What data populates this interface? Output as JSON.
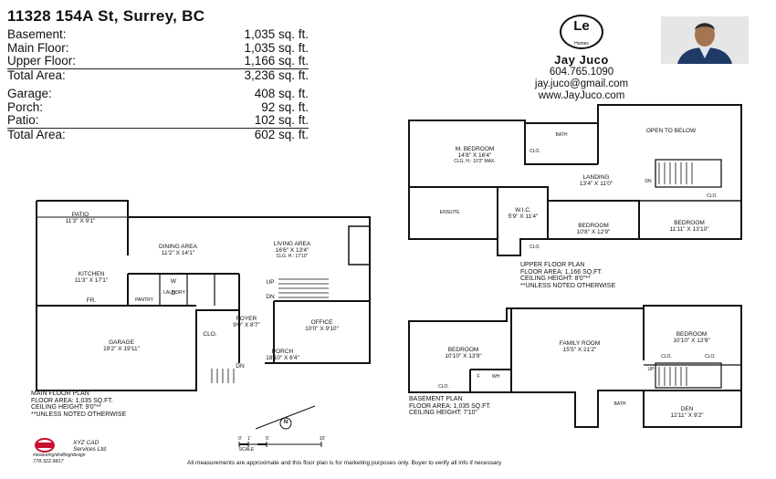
{
  "address": "11328 154A St, Surrey, BC",
  "areas": [
    {
      "label": "Basement:",
      "value": "1,035 sq. ft."
    },
    {
      "label": "Main Floor:",
      "value": "1,035 sq. ft."
    },
    {
      "label": "Upper Floor:",
      "value": "1,166 sq. ft."
    },
    {
      "label": "Total Area:",
      "value": "3,236 sq. ft."
    }
  ],
  "outdoor": [
    {
      "label": "Garage:",
      "value": "408 sq. ft."
    },
    {
      "label": "Porch:",
      "value": "92 sq. ft."
    },
    {
      "label": "Patio:",
      "value": "102 sq. ft."
    },
    {
      "label": "Total Area:",
      "value": "602 sq. ft."
    }
  ],
  "agent": {
    "logo_text": "Le",
    "logo_sub": "Homes",
    "name": "Jay Juco",
    "phone": "604.765.1090",
    "email": "jay.juco@gmail.com",
    "website": "www.JayJuco.com"
  },
  "main_floor": {
    "rooms": [
      {
        "name": "PATIO",
        "dim": "11'3\" x 9'1\""
      },
      {
        "name": "DINING AREA",
        "dim": "11'2\" x 14'1\""
      },
      {
        "name": "LIVING AREA",
        "dim": "16'6\" x 13'4\"",
        "note": "CLG. H.: 17'10\""
      },
      {
        "name": "KITCHEN",
        "dim": "11'3\" x 17'1\""
      },
      {
        "name": "GARAGE",
        "dim": "19'2\" x 19'11\""
      },
      {
        "name": "FOYER",
        "dim": "9'0\" x 8'7\""
      },
      {
        "name": "OFFICE",
        "dim": "10'0\" x 9'10\""
      },
      {
        "name": "PORCH",
        "dim": "18'10\" x 6'4\""
      }
    ],
    "tags": [
      "FR.",
      "PANTRY",
      "LAUNDRY",
      "W",
      "D",
      "CLO.",
      "UP",
      "DN",
      "DN"
    ],
    "caption": [
      "MAIN FLOOR PLAN",
      "FLOOR AREA: 1,035 sq.ft.",
      "CEILING HEIGHT: 9'0\"**",
      "**UNLESS NOTED OTHERWISE"
    ]
  },
  "upper_floor": {
    "rooms": [
      {
        "name": "M. BEDROOM",
        "dim": "14'8\" x 16'4\"",
        "note": "CLG. H.: 10'2\" max."
      },
      {
        "name": "OPEN TO BELOW",
        "dim": ""
      },
      {
        "name": "LANDING",
        "dim": "13'4\" x 11'0\""
      },
      {
        "name": "W.I.C.",
        "dim": "5'9\" x 11'4\""
      },
      {
        "name": "BEDROOM",
        "dim": "10'8\" x 12'9\""
      },
      {
        "name": "BEDROOM",
        "dim": "11'11\" x 13'10\""
      }
    ],
    "tags": [
      "BATH",
      "ENSUITE",
      "CLO.",
      "CLO.",
      "CLO.",
      "DN"
    ],
    "caption": [
      "UPPER FLOOR PLAN",
      "FLOOR AREA: 1,166 sq.ft.",
      "CEILING HEIGHT: 8'0\"**",
      "**UNLESS NOTED OTHERWISE"
    ]
  },
  "basement": {
    "rooms": [
      {
        "name": "BEDROOM",
        "dim": "10'10\" x 13'9\""
      },
      {
        "name": "FAMILY ROOM",
        "dim": "15'5\" x 21'2\""
      },
      {
        "name": "BEDROOM",
        "dim": "10'10\" x 12'9\""
      },
      {
        "name": "DEN",
        "dim": "12'11\" x 9'2\""
      }
    ],
    "tags": [
      "CLO.",
      "CLO.",
      "CLO.",
      "F",
      "WH",
      "UP",
      "BATH"
    ],
    "caption": [
      "BASEMENT PLAN",
      "FLOOR AREA: 1,035 sq.ft.",
      "CEILING HEIGHT: 7'10\""
    ]
  },
  "scale": {
    "label": "SCALE",
    "ticks": [
      "0'",
      "1'",
      "5'",
      "10'"
    ],
    "north": "N"
  },
  "designer": {
    "name": "XYZ CAD",
    "sub": "Services Ltd.",
    "tagline": "measuring/drafting/design",
    "phone": "778.322.9817"
  },
  "footer": "All measurements are approximate and this floor plan is for marketing purposes only. Buyer to verify all info if necessary"
}
